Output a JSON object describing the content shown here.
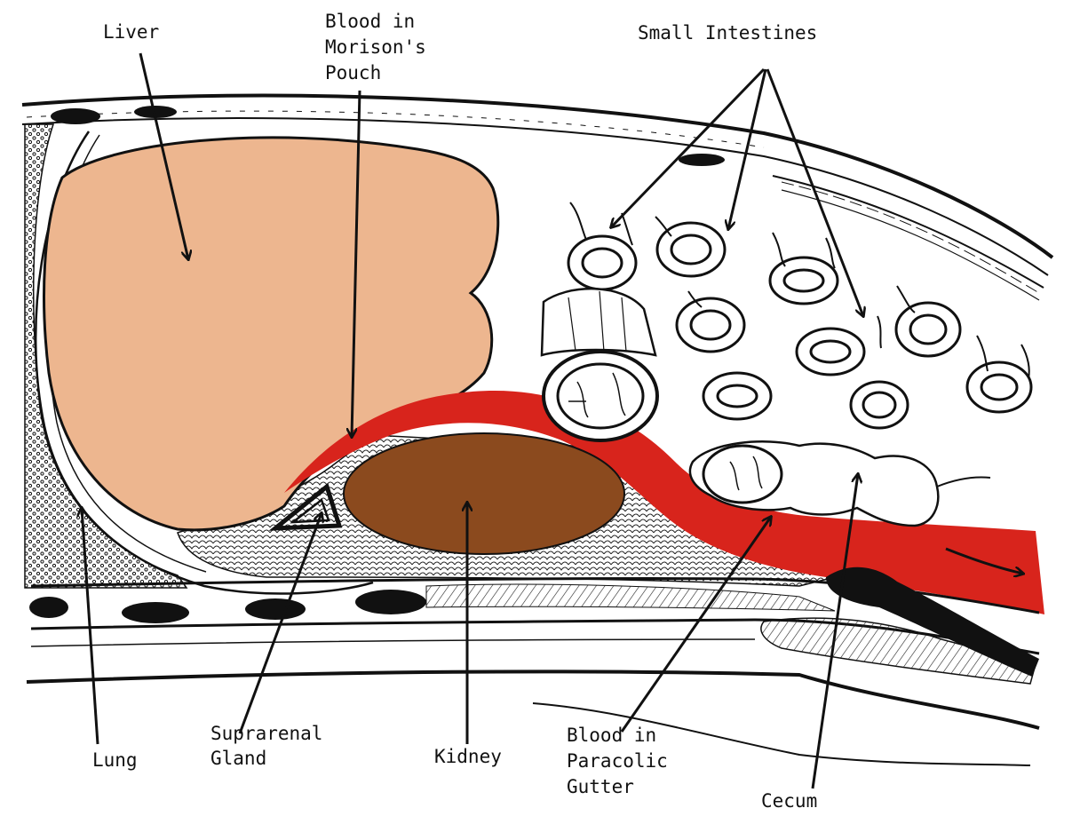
{
  "colors": {
    "liver": "#EDB68F",
    "kidney": "#8B4A1E",
    "blood": "#D8241C",
    "ink": "#111111",
    "background": "#FFFFFF"
  },
  "labels": {
    "liver": "Liver",
    "morison_line1": "Blood in",
    "morison_line2": "Morison's",
    "morison_line3": "Pouch",
    "small_intestines": "Small Intestines",
    "lung": "Lung",
    "suprarenal_line1": "Suprarenal",
    "suprarenal_line2": "Gland",
    "kidney": "Kidney",
    "paracolic_line1": "Blood in",
    "paracolic_line2": "Paracolic",
    "paracolic_line3": "Gutter",
    "cecum": "Cecum"
  }
}
